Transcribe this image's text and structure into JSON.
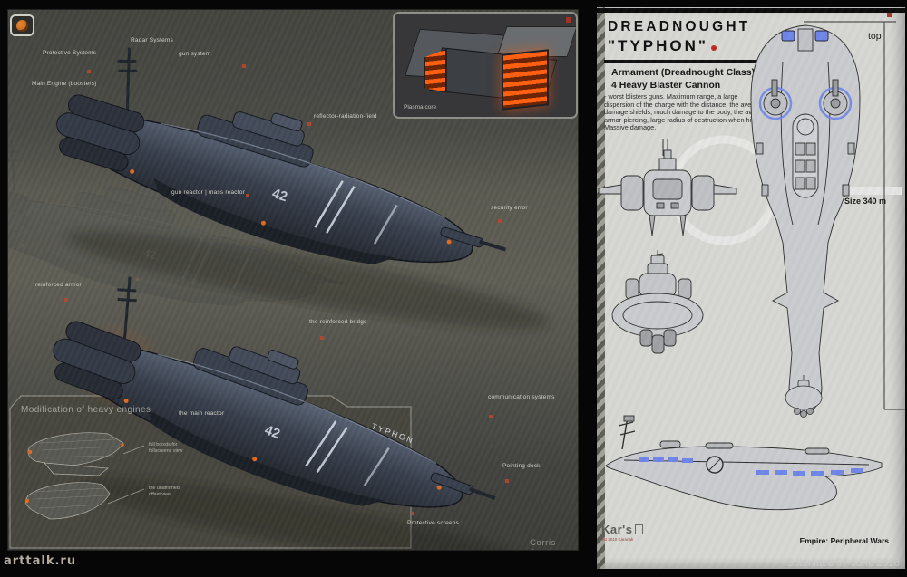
{
  "colors": {
    "marker_red": "#b8472c",
    "accent_orange": "#e8611c",
    "accent_blue": "#6f86e8",
    "paper": "#d6d6d2"
  },
  "left_panel": {
    "callout_labels": [
      "Protective Systems",
      "Radar Systems",
      "gun system",
      "Main Engine (boosters)",
      "reflector-radiation-field",
      "gun reactor | mass reactor",
      "security error",
      "reinforced armor",
      "the reinforced bridge",
      "communication systems",
      "the main reactor",
      "Pointing dock",
      "Protective screens"
    ],
    "hull_number": "42",
    "hull_name": "TYPHON",
    "inset_label": "Plasma core",
    "mod_box": {
      "title": "Modification of heavy engines",
      "callouts": [
        {
          "line1": "full boosts for",
          "line2": "fullscreens view"
        },
        {
          "line1": "the unaffirmed",
          "line2": "offset view"
        }
      ]
    },
    "studio": "Corris Studio"
  },
  "right_panel": {
    "title": "DREADNOUGHT",
    "ship_name": "\"TYPHON\"",
    "armament_heading_line1": "Armament (Dreadnought Class) :",
    "armament_heading_line2": "4 Heavy Blaster Cannon",
    "description": "- worst blisters guns. Maximum range, a large dispersion of the charge with the distance, the average damage shields, much damage to the body, the average armor-piercing, large radius of destruction when hit. Massive damage.",
    "view_label_top": "top",
    "size_label": "Size 340 m",
    "artist_logo": "Kar's",
    "artist_sub": "est 2010 Karanak",
    "empire": "Empire: Peripheral Wars"
  },
  "footer": {
    "watermark": "arttalk.ru",
    "submitted": "Submitted 07 June 2010"
  }
}
